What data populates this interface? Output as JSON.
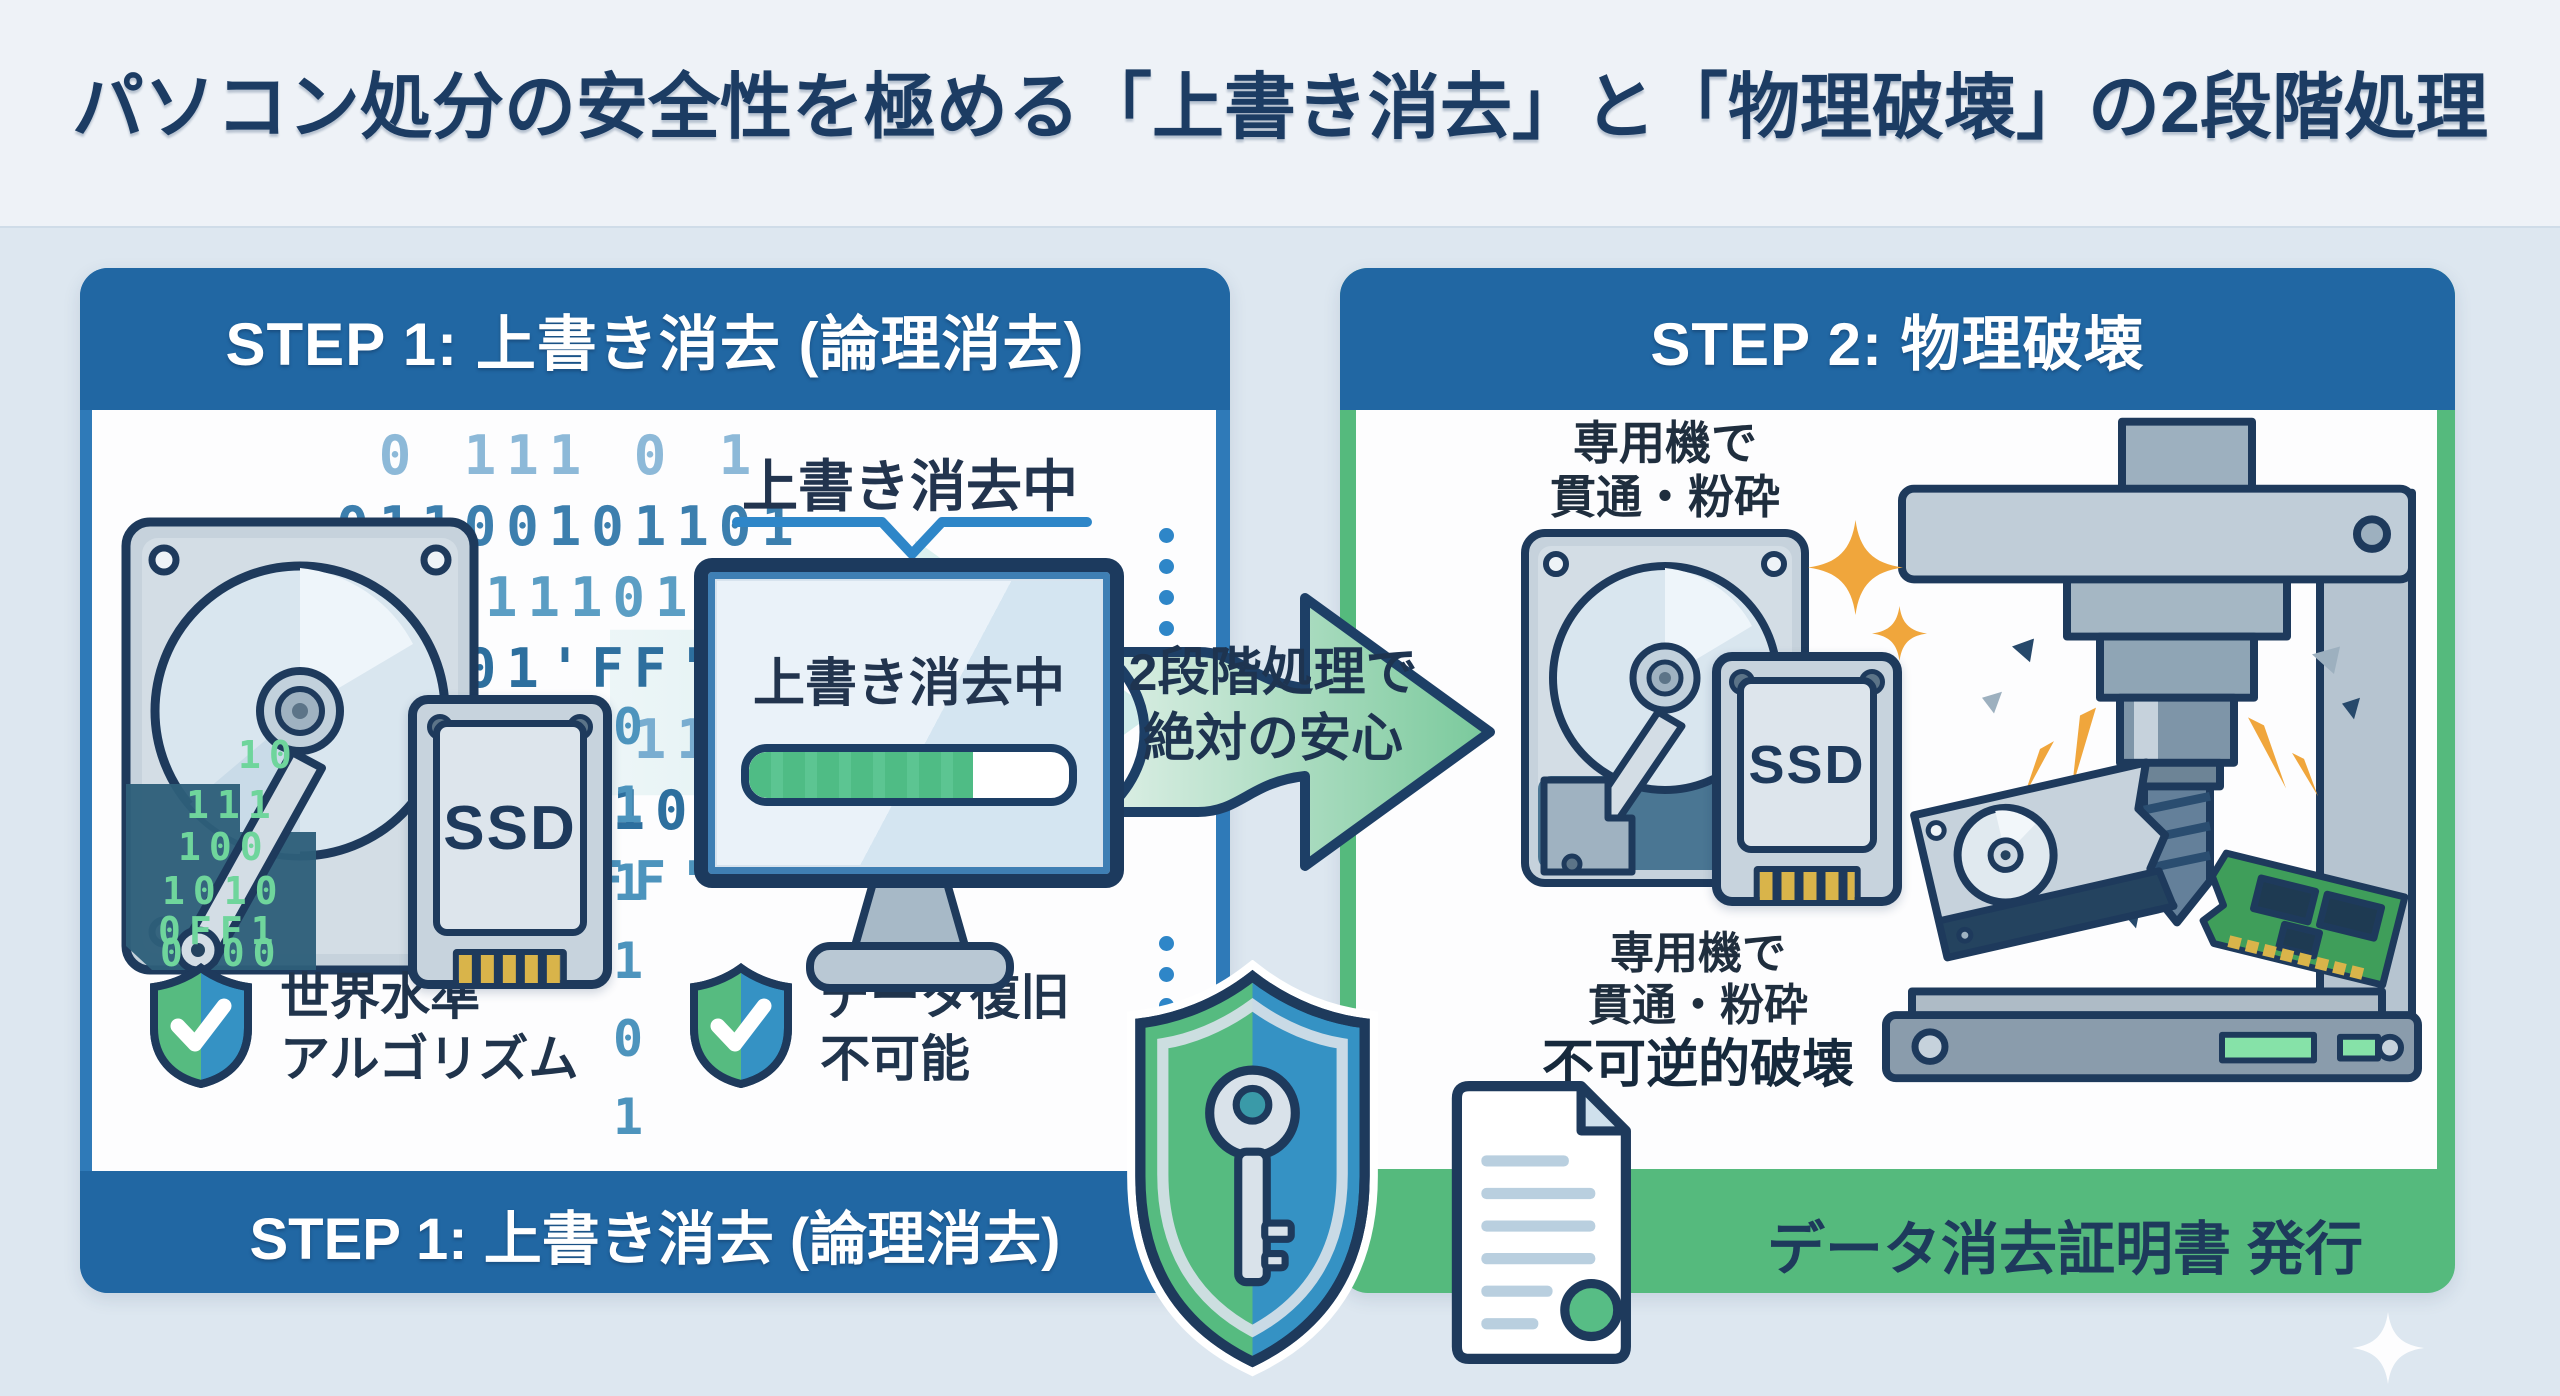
{
  "page": {
    "title": "パソコン処分の安全性を極める「上書き消去」と「物理破壊」の2段階処理"
  },
  "step1": {
    "header": "STEP 1: 上書き消去 (論理消去)",
    "footer": "STEP 1: 上書き消去 (論理消去)",
    "binary_rows": [
      "0 111 0 1",
      "01100101101",
      "011101",
      "101'FF'",
      "011  11",
      "1'FF'101",
      "010'FF'"
    ],
    "binary_col": [
      "0",
      "1",
      "1",
      "1",
      "0",
      "1"
    ],
    "hdd_digits": [
      "10",
      "111",
      "100",
      "1010",
      "0FF1",
      "0 00"
    ],
    "ssd_label": "SSD",
    "monitor_label": "上書き消去中",
    "monitor_screen_text": "上書き消去中",
    "progress_percent": 70,
    "checks": [
      {
        "line1": "世界水準",
        "line2": "アルゴリズム"
      },
      {
        "line1": "データ復旧",
        "line2": "不可能"
      }
    ]
  },
  "arrow": {
    "line1": "2段階処理で",
    "line2": "絶対の安心"
  },
  "step2": {
    "header": "STEP 2: 物理破壊",
    "top_caption": [
      "専用機で",
      "貫通・粉砕"
    ],
    "bottom_caption": [
      "専用機で",
      "貫通・粉砕",
      "不可逆的破壊"
    ],
    "ssd_label": "SSD",
    "footer": "データ消去証明書 発行"
  },
  "icons": [
    "hdd-icon",
    "ssd-icon",
    "monitor-icon",
    "shield-check-icon",
    "shield-key-icon",
    "certificate-icon",
    "drill-press-icon",
    "sparkle-icon"
  ],
  "colors": {
    "header_blue": "#2167a3",
    "panel_green": "#55ba7d",
    "outline_navy": "#1e3a5c",
    "title_navy": "#1c3c63",
    "progress_green": "#52bd87",
    "arrow_green": "#8ed4ab",
    "sparkle_orange": "#f0a63c",
    "hdd_digit_green": "#6fd59c",
    "dot_blue": "#2e86c8"
  }
}
